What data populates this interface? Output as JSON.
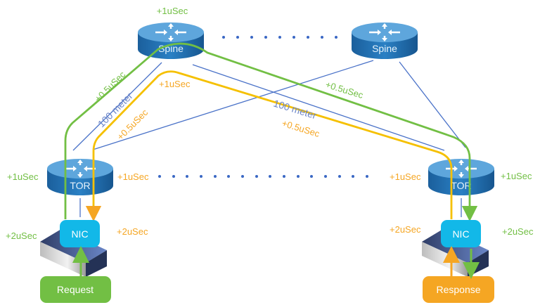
{
  "colors": {
    "request_path": "#72bf44",
    "response_path": "#f5a623",
    "link": "#4a72c8",
    "router": "#1e6fb0",
    "nic": "#12b8e8"
  },
  "nodes": {
    "spine_left": "Spine",
    "spine_right": "Spine",
    "tor_left": "TOR",
    "tor_right": "TOR",
    "nic_left": "NIC",
    "nic_right": "NIC",
    "request": "Request",
    "response": "Response"
  },
  "labels": {
    "spine_delay": "+1uSec",
    "tor_left_green": "+1uSec",
    "tor_left_orange": "+1uSec",
    "tor_right_orange": "+1uSec",
    "tor_right_green": "+1uSec",
    "nic_left_green": "+2uSec",
    "nic_left_orange": "+2uSec",
    "nic_right_orange": "+2uSec",
    "nic_right_green": "+2uSec",
    "link_left_green": "+0.5uSec",
    "link_left_distance": "100 meter",
    "link_left_orange": "+0.5uSec",
    "spine_orange": "+1uSec",
    "link_right_green": "+0.5uSec",
    "link_right_distance": "100 meter",
    "link_right_orange": "+0.5uSec"
  }
}
